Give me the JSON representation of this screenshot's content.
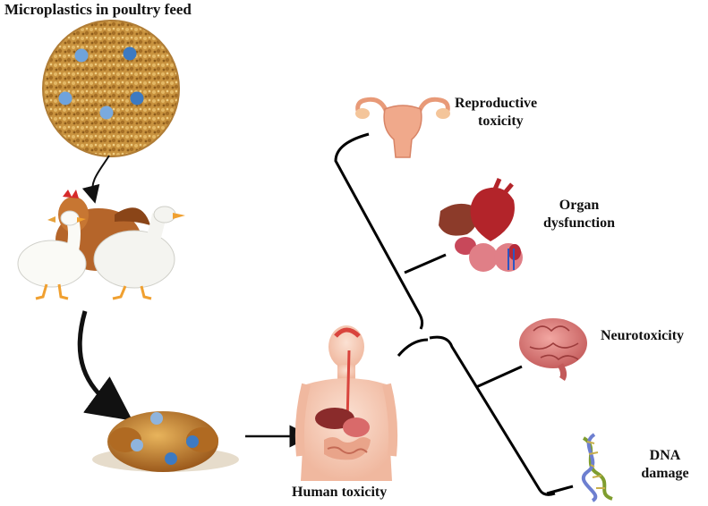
{
  "labels": {
    "feed_title": "Microplastics in poultry feed",
    "reproductive_line1": "Reproductive",
    "reproductive_line2": "toxicity",
    "organ_line1": "Organ",
    "organ_line2": "dysfunction",
    "neuro": "Neurotoxicity",
    "dna_line1": "DNA",
    "dna_line2": "damage",
    "human": "Human toxicity"
  },
  "colors": {
    "text": "#111111",
    "microplastic_dot": "#4a86c8",
    "feed_grain": "#c8923e",
    "bracket_line": "#000000"
  },
  "icons": [
    "poultry-feed-icon",
    "chicken-duck-icon",
    "roast-chicken-icon",
    "human-body-icon",
    "uterus-icon",
    "organs-icon",
    "brain-icon",
    "dna-icon"
  ]
}
